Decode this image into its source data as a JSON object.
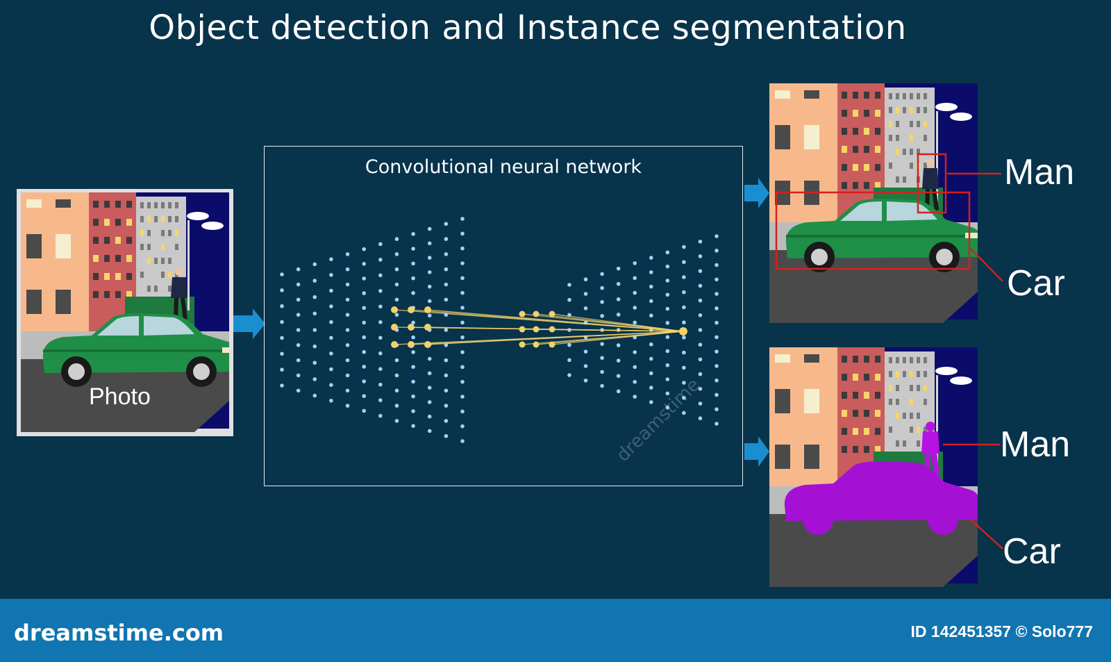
{
  "title": "Object detection and Instance segmentation",
  "network": {
    "label": "Convolutional neural network"
  },
  "input": {
    "label": "Photo"
  },
  "detection": {
    "labels": [
      "Man",
      "Car"
    ]
  },
  "segmentation": {
    "labels": [
      "Man",
      "Car"
    ]
  },
  "colors": {
    "background": "#07334b",
    "footer": "#1075b0",
    "neuron_blue": "#9fd2ff",
    "neuron_gold": "#f2d16b",
    "box_red": "#d42020",
    "mask_magenta": "#a410d4",
    "car_green": "#1f8f48"
  },
  "footer": {
    "brand": "dreamstime.com",
    "id_text": "ID 142451357 © Solo777"
  },
  "watermark": {
    "text": "dreamstime"
  }
}
